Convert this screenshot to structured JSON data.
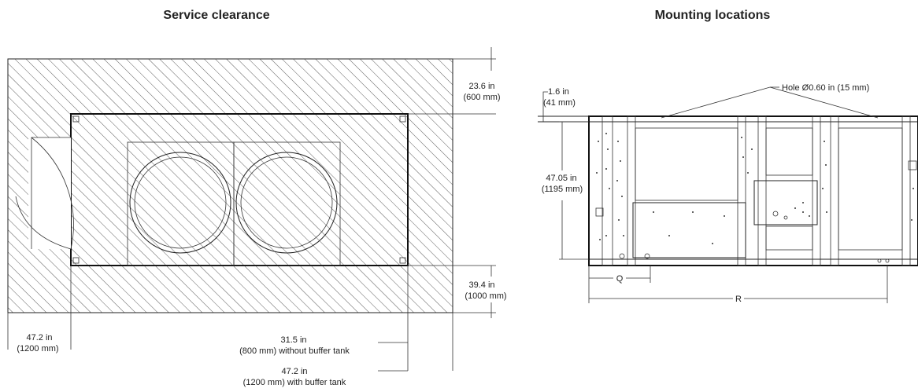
{
  "service_clearance": {
    "title": "Service clearance",
    "top_clearance": [
      "23.6 in",
      "(600 mm)"
    ],
    "right_clearance": [
      "39.4 in",
      "(1000 mm)"
    ],
    "left_clearance": [
      "47.2 in",
      "(1200 mm)"
    ],
    "bottom_without_tank": [
      "31.5 in",
      "(800 mm) without buffer tank"
    ],
    "bottom_with_tank": [
      "47.2 in",
      "(1200 mm) with buffer tank"
    ]
  },
  "mounting_locations": {
    "title": "Mounting locations",
    "hole_label": "Hole Ø0.60 in (15 mm)",
    "top_offset": [
      "1.6 in",
      "(41 mm)"
    ],
    "height": [
      "47.05 in",
      "(1195 mm)"
    ],
    "dim_q": "Q",
    "dim_r": "R"
  }
}
